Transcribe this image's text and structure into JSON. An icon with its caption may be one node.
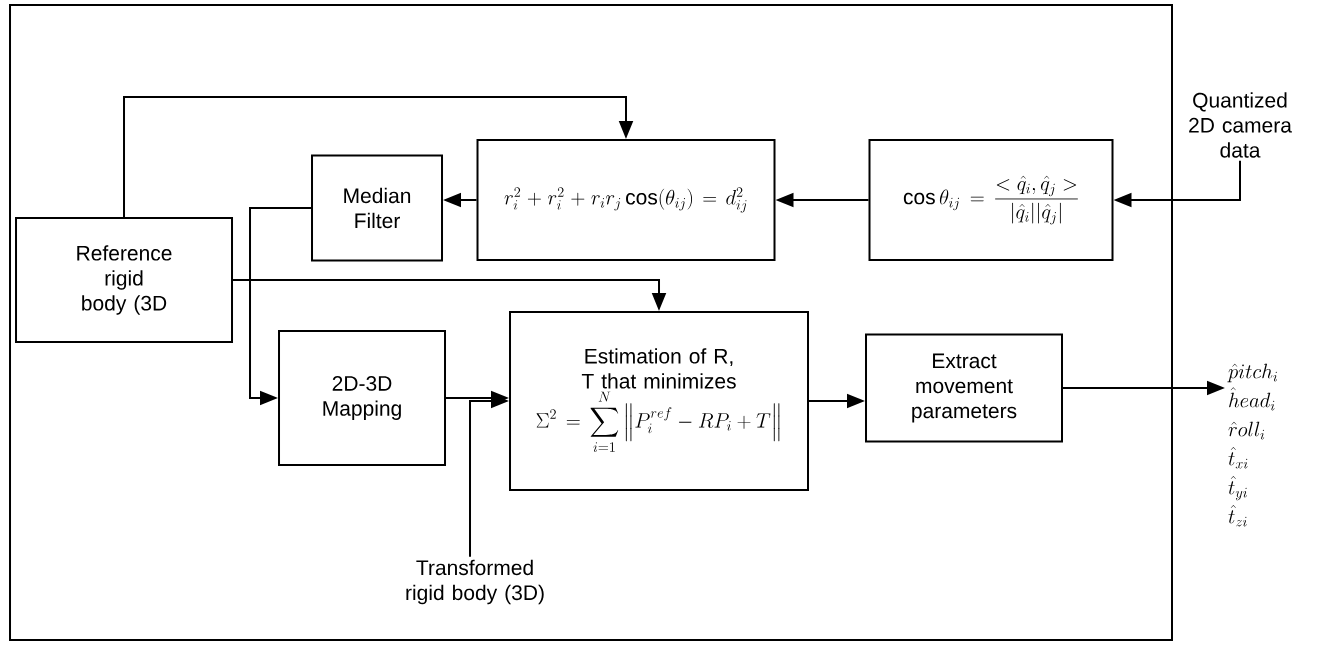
{
  "diagram": {
    "nodes": [
      {
        "text": [
          "Quantized 2D camera data"
        ]
      },
      {
        "text": [
          "\\cos\\theta_{ij} = \\frac{<\\hat{q}_i, \\hat{q}_j>}{|\\hat{q}_i||\\hat{q}_j|}"
        ]
      },
      {
        "text": [
          "r_i^2 + r_i^2 + r_i r_j \\cos(\\theta_{ij}) = d_{ij}^2"
        ]
      },
      {
        "text": [
          "Median Filter"
        ]
      },
      {
        "text": [
          "Reference rigid body (3D"
        ]
      },
      {
        "text": [
          "2D-3D Mapping"
        ]
      },
      {
        "text": [
          "Estimation of R, T that minimizes",
          "\\Sigma^2 = \\sum_{i=1}^{N} \\left\\| P_i^{ref} - RP_i + T \\right\\|"
        ]
      },
      {
        "text": [
          "Extract movement parameters"
        ]
      },
      {
        "text": [
          "\\hat{p}itch_i",
          "\\hat{h}ead_i",
          "\\hat{r}oll_i",
          "\\hat{t}_{xi}",
          "\\hat{t}_{yi}",
          "\\hat{t}_{zi}"
        ]
      },
      {
        "text": [
          "Transformed rigid body (3D)"
        ]
      }
    ],
    "edges": [
      {
        "from": 0,
        "to": 1,
        "arrow": "to"
      },
      {
        "from": 1,
        "to": 2,
        "arrow": "to"
      },
      {
        "from": 2,
        "to": 3,
        "arrow": "to"
      },
      {
        "from": 3,
        "to": 5,
        "arrow": "to"
      },
      {
        "from": 4,
        "to": 2,
        "arrow": "to"
      },
      {
        "from": 4,
        "to": 6,
        "arrow": "to"
      },
      {
        "from": 5,
        "to": 6,
        "arrow": "to"
      },
      {
        "from": 9,
        "to": 6,
        "arrow": "to"
      },
      {
        "from": 6,
        "to": 7,
        "arrow": "to"
      },
      {
        "from": 7,
        "to": 8,
        "arrow": "to"
      }
    ]
  }
}
